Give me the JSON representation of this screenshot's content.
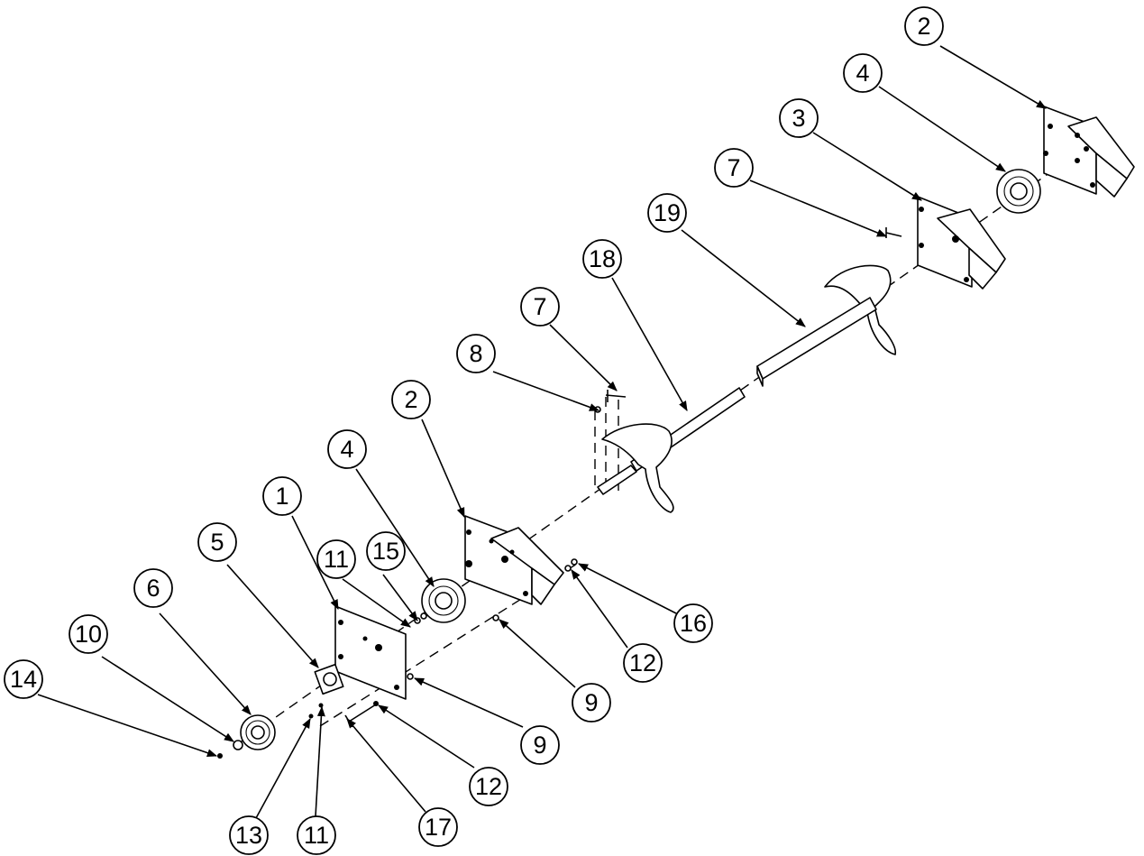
{
  "callouts": [
    {
      "id": "c-2-top",
      "label": "2"
    },
    {
      "id": "c-4-top",
      "label": "4"
    },
    {
      "id": "c-3",
      "label": "3"
    },
    {
      "id": "c-7-top",
      "label": "7"
    },
    {
      "id": "c-19",
      "label": "19"
    },
    {
      "id": "c-18",
      "label": "18"
    },
    {
      "id": "c-7-mid",
      "label": "7"
    },
    {
      "id": "c-8",
      "label": "8"
    },
    {
      "id": "c-2-mid",
      "label": "2"
    },
    {
      "id": "c-4-mid",
      "label": "4"
    },
    {
      "id": "c-1",
      "label": "1"
    },
    {
      "id": "c-5",
      "label": "5"
    },
    {
      "id": "c-15",
      "label": "15"
    },
    {
      "id": "c-11-top",
      "label": "11"
    },
    {
      "id": "c-6",
      "label": "6"
    },
    {
      "id": "c-10",
      "label": "10"
    },
    {
      "id": "c-14",
      "label": "14"
    },
    {
      "id": "c-16",
      "label": "16"
    },
    {
      "id": "c-12-right",
      "label": "12"
    },
    {
      "id": "c-9-right",
      "label": "9"
    },
    {
      "id": "c-9-left",
      "label": "9"
    },
    {
      "id": "c-12-bottom",
      "label": "12"
    },
    {
      "id": "c-17",
      "label": "17"
    },
    {
      "id": "c-11-bottom",
      "label": "11"
    },
    {
      "id": "c-13",
      "label": "13"
    }
  ]
}
